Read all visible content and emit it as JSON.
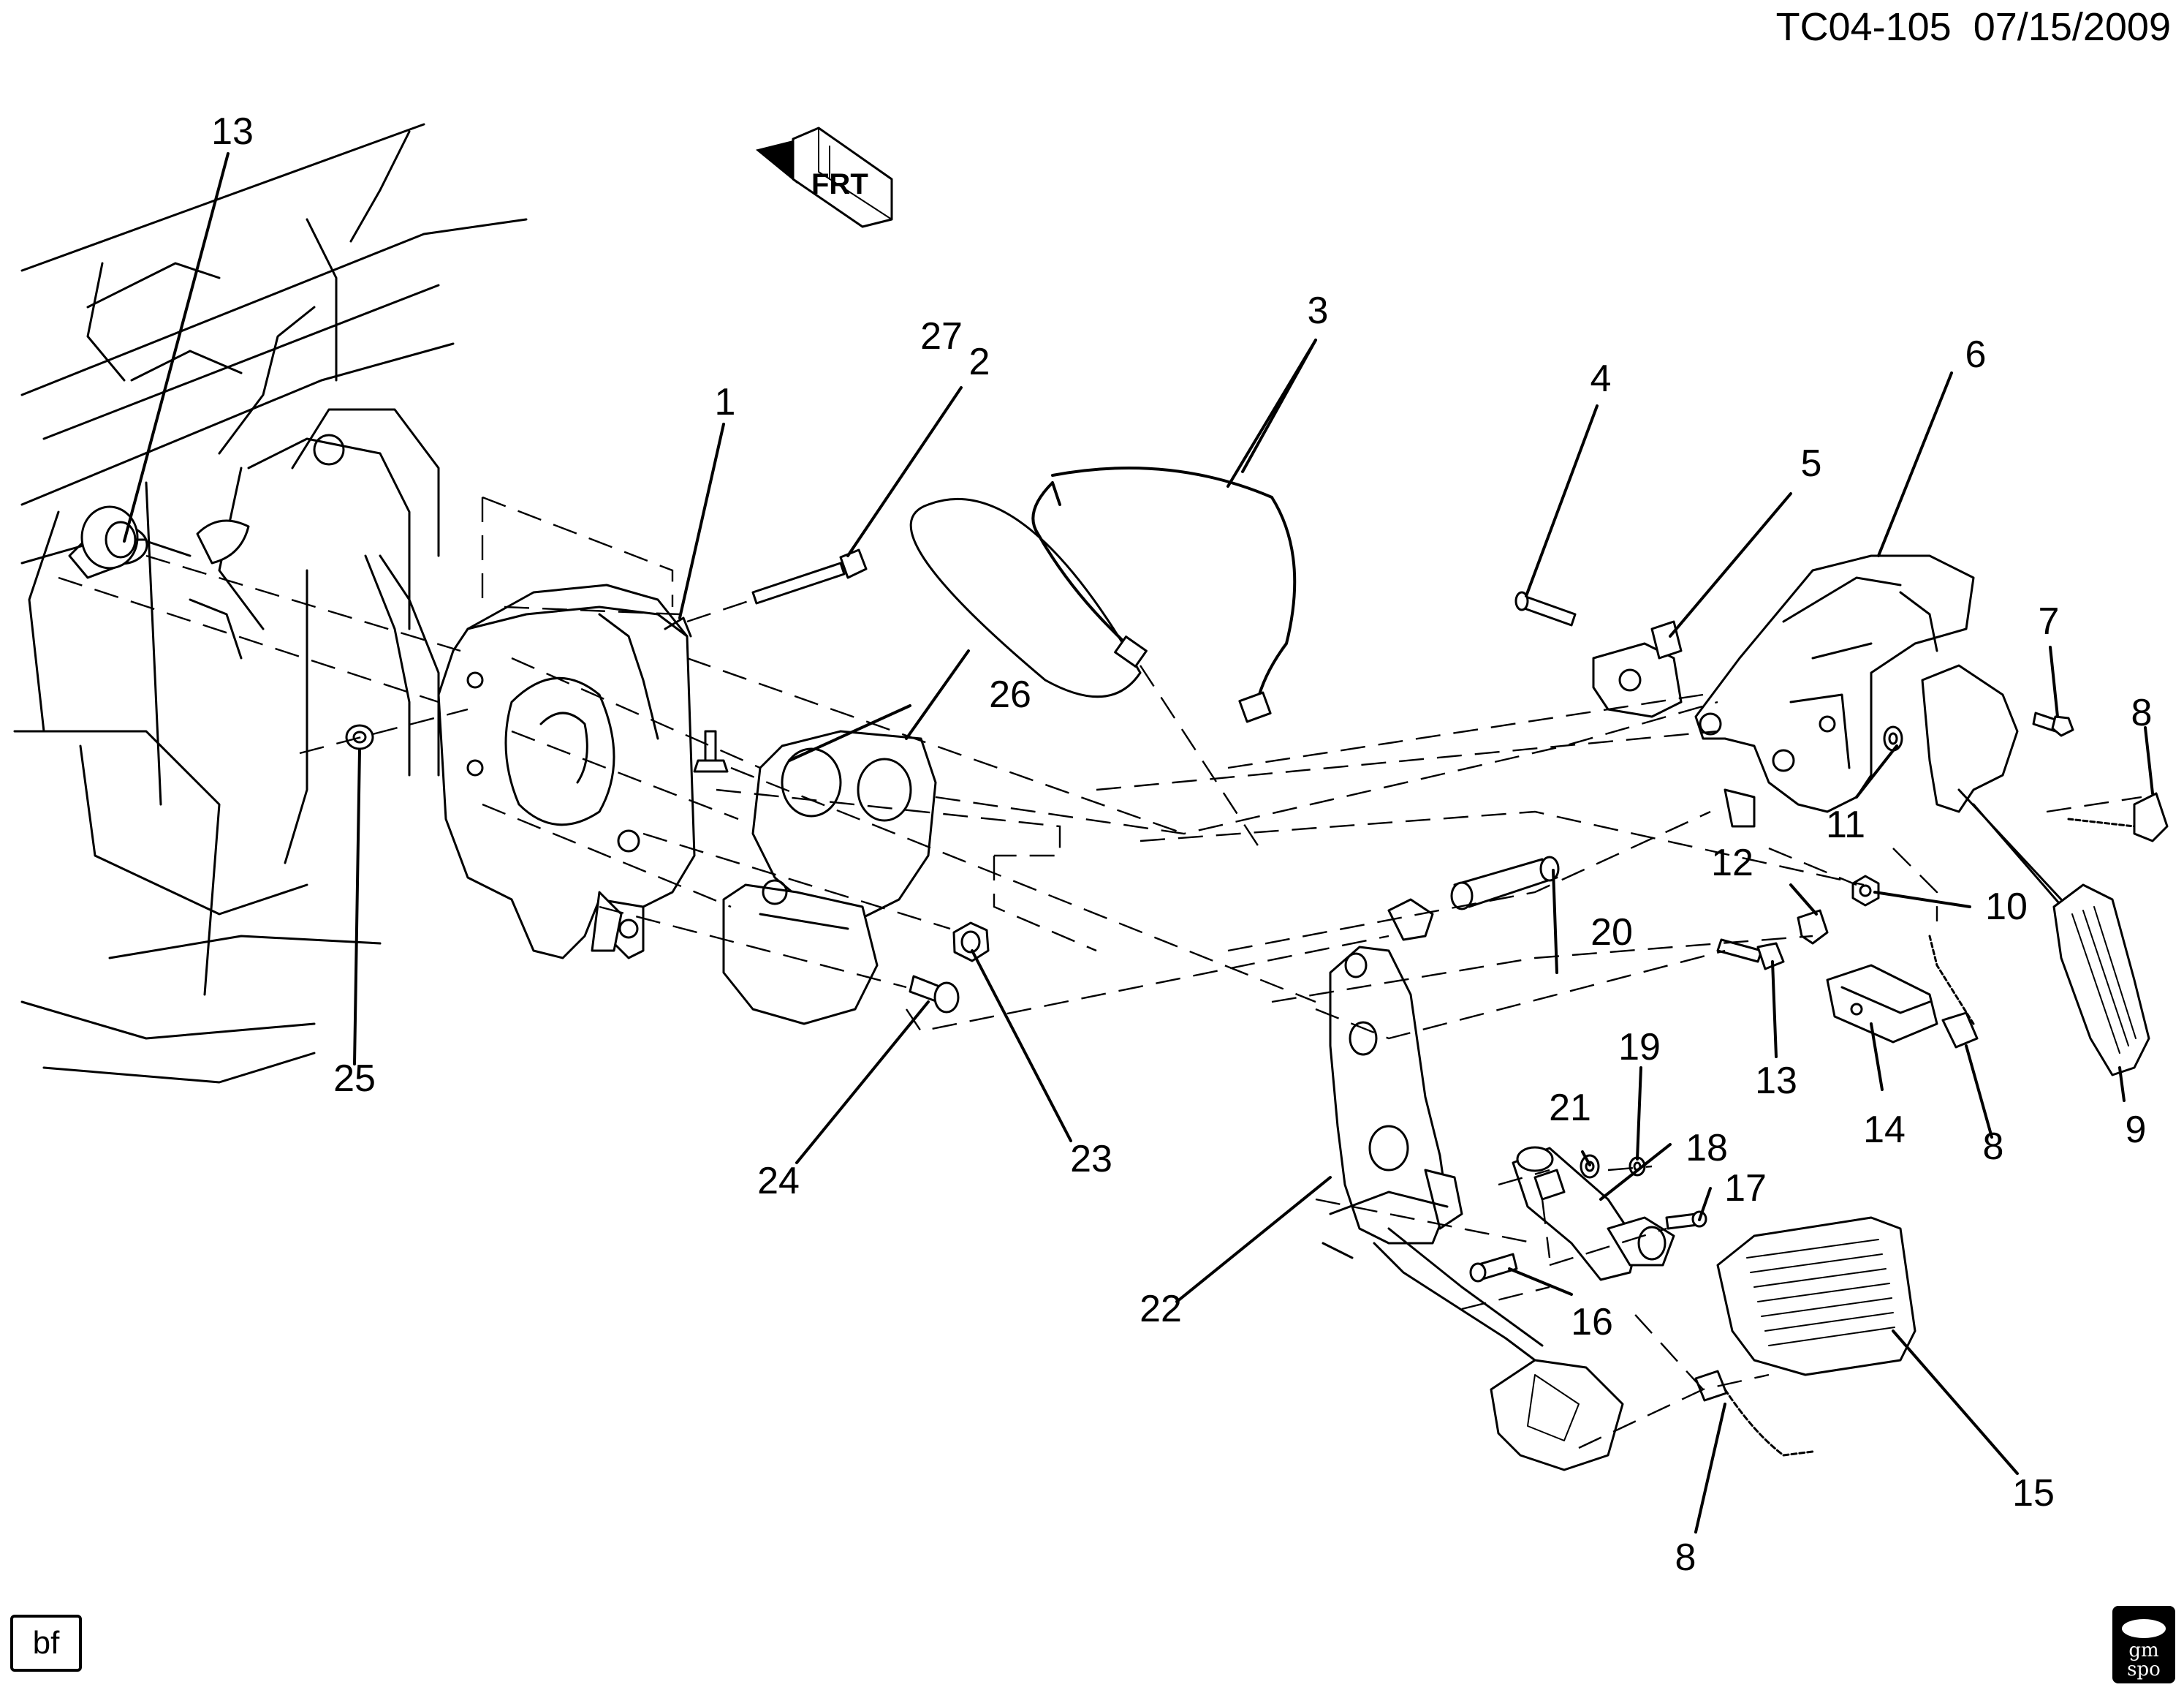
{
  "header": {
    "doc_id": "TC04-105",
    "date": "07/15/2009"
  },
  "footer": {
    "artist_initials": "bf",
    "logo_line1": "gm",
    "logo_line2": "spo"
  },
  "orientation": {
    "arrow_label": "FRT"
  },
  "callouts": {
    "c1": "1",
    "c2": "2",
    "c3": "3",
    "c4": "4",
    "c5": "5",
    "c6": "6",
    "c7": "7",
    "c8_top": "8",
    "c8_mid": "8",
    "c8_bottom": "8",
    "c9": "9",
    "c10": "10",
    "c11": "11",
    "c12": "12",
    "c13_top": "13",
    "c13_mid": "13",
    "c14": "14",
    "c15": "15",
    "c16": "16",
    "c17": "17",
    "c18": "18",
    "c19": "19",
    "c20": "20",
    "c21": "21",
    "c22": "22",
    "c23": "23",
    "c24": "24",
    "c25": "25",
    "c26": "26",
    "c27": "27"
  }
}
